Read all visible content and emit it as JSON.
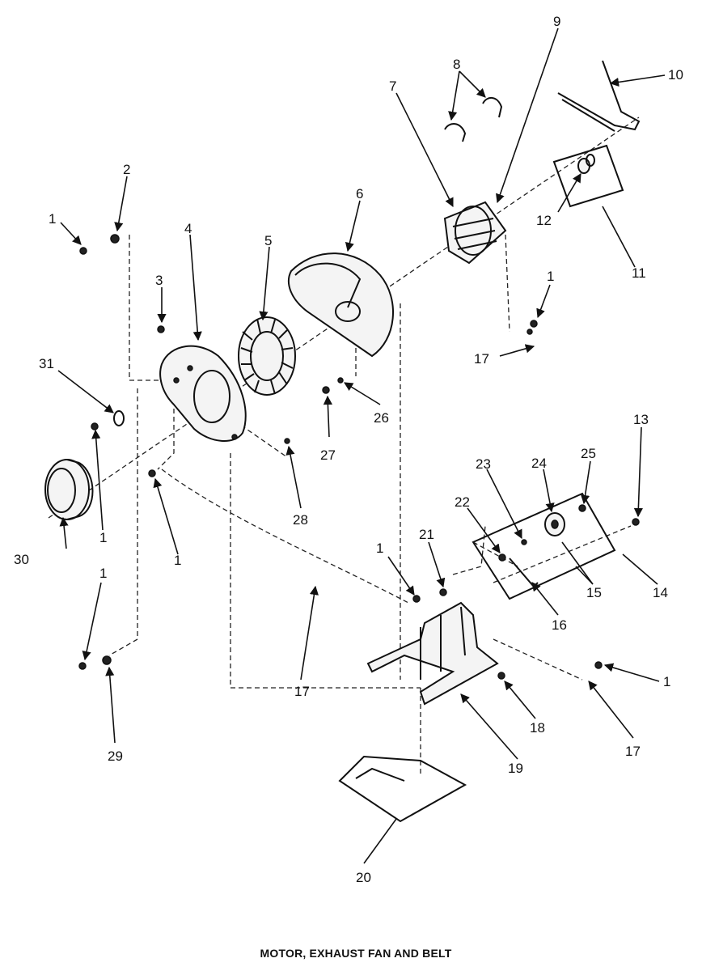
{
  "figure": {
    "caption": "MOTOR, EXHAUST FAN AND BELT",
    "callouts": [
      "1",
      "2",
      "3",
      "4",
      "5",
      "6",
      "7",
      "8",
      "9",
      "10",
      "11",
      "12",
      "13",
      "14",
      "15",
      "16",
      "17",
      "18",
      "19",
      "20",
      "21",
      "22",
      "23",
      "24",
      "25",
      "26",
      "27",
      "28",
      "29",
      "30",
      "31"
    ]
  }
}
